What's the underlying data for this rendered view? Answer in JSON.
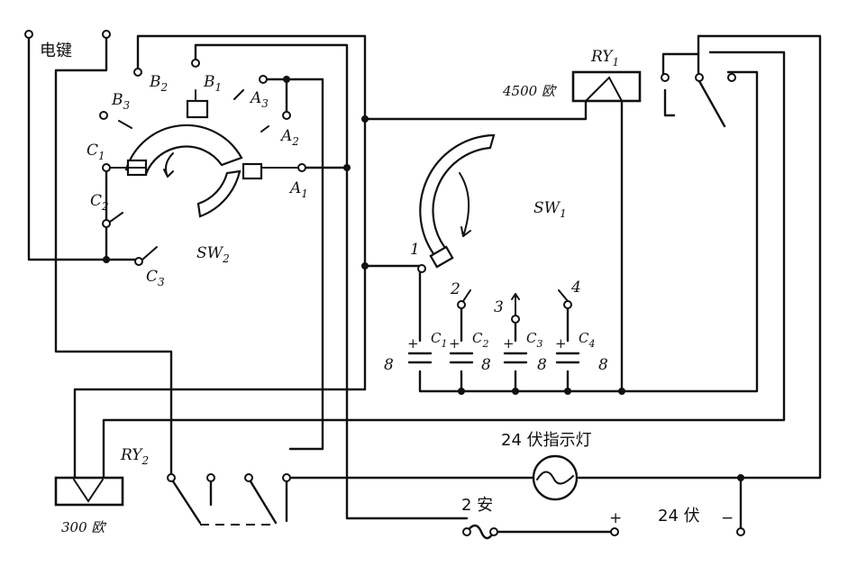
{
  "labels": {
    "telegraph_key": "电键",
    "ry1": "RY",
    "ry1_sub": "1",
    "ry1_res": "4500 欧",
    "ry2": "RY",
    "ry2_sub": "2",
    "ry2_res": "300 欧",
    "sw1": "SW",
    "sw1_sub": "1",
    "sw2": "SW",
    "sw2_sub": "2",
    "lamp": "24 伏指示灯",
    "fuse": "2 安",
    "supply": "24 伏",
    "plus": "+",
    "minus": "−"
  },
  "sw2_contacts": {
    "a1": "A",
    "a1_sub": "1",
    "a2": "A",
    "a2_sub": "2",
    "a3": "A",
    "a3_sub": "3",
    "b1": "B",
    "b1_sub": "1",
    "b2": "B",
    "b2_sub": "2",
    "b3": "B",
    "b3_sub": "3",
    "c1": "C",
    "c1_sub": "1",
    "c2": "C",
    "c2_sub": "2",
    "c3": "C",
    "c3_sub": "3"
  },
  "sw1_positions": [
    "1",
    "2",
    "3",
    "4"
  ],
  "capacitors": [
    {
      "name": "C",
      "sub": "1",
      "value": "8"
    },
    {
      "name": "C",
      "sub": "2",
      "value": "8"
    },
    {
      "name": "C",
      "sub": "3",
      "value": "8"
    },
    {
      "name": "C",
      "sub": "4",
      "value": "8"
    }
  ]
}
